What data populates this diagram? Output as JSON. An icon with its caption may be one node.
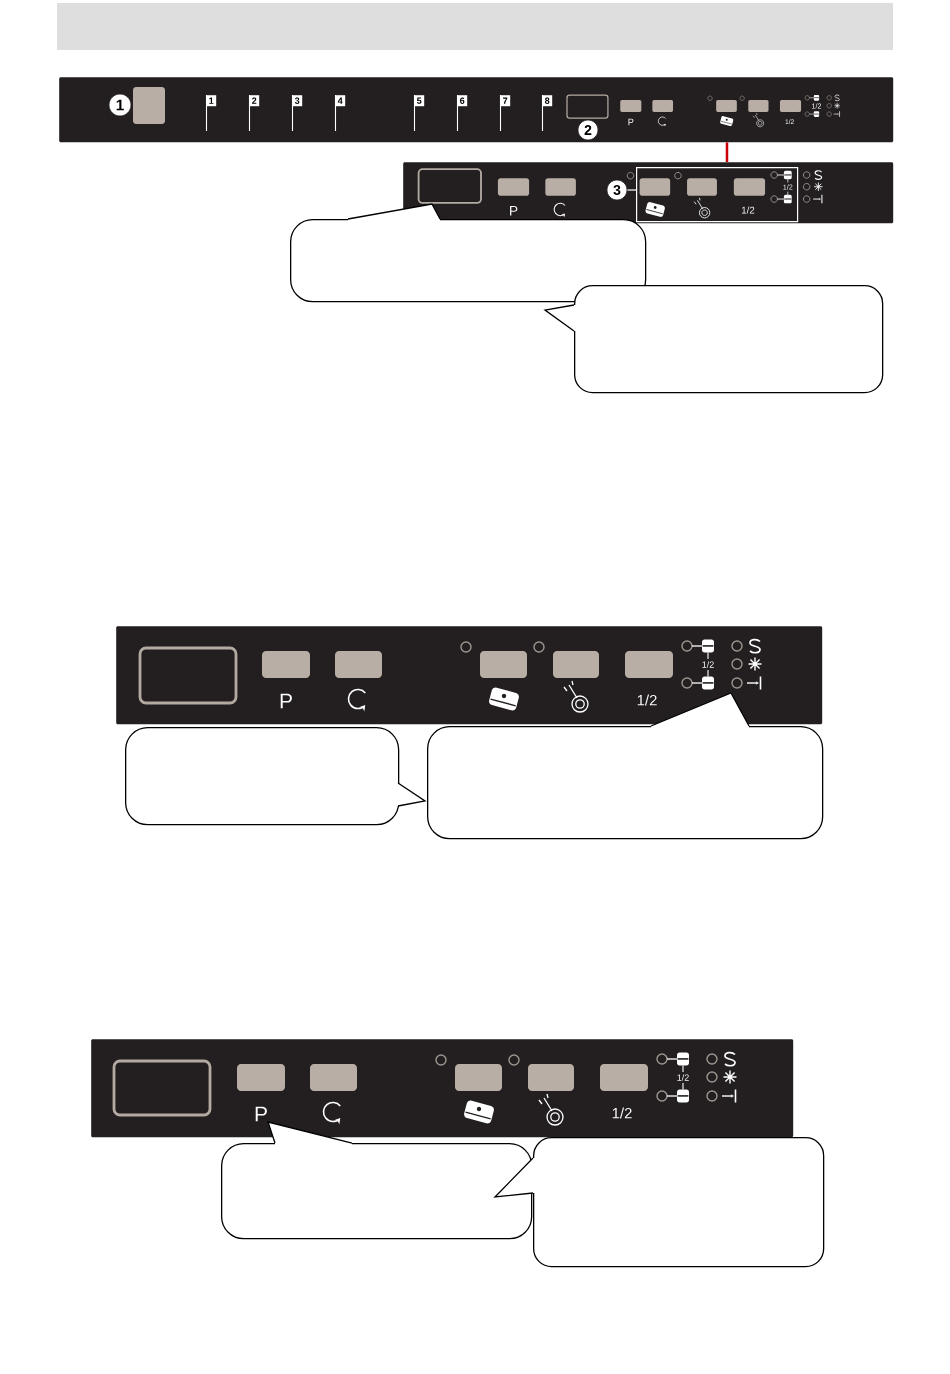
{
  "diagram": {
    "nodes": [
      {
        "text": [
          "P",
          "1/2",
          "1/2"
        ]
      },
      {
        "text": [
          "1"
        ],
        "in": 0
      },
      {
        "text": [
          "1"
        ],
        "in": 0
      },
      {
        "text": [
          "2"
        ],
        "in": 0
      },
      {
        "text": [
          "3"
        ],
        "in": 0
      },
      {
        "text": [
          "4"
        ],
        "in": 0
      },
      {
        "text": [
          "5"
        ],
        "in": 0
      },
      {
        "text": [
          "6"
        ],
        "in": 0
      },
      {
        "text": [
          "7"
        ],
        "in": 0
      },
      {
        "text": [
          "8"
        ],
        "in": 0
      },
      {
        "text": [
          "2"
        ],
        "in": 0
      },
      {
        "text": [
          "P"
        ]
      },
      {
        "text": [
          "1/2",
          "1/2"
        ],
        "in": 11
      },
      {
        "text": [
          "3"
        ],
        "in": 11
      },
      {
        "text": [],
        "shape": "bubble"
      },
      {
        "text": [],
        "shape": "bubble"
      },
      {
        "text": [
          "P",
          "1/2",
          "1/2"
        ]
      },
      {
        "text": [],
        "shape": "bubble"
      },
      {
        "text": [],
        "shape": "bubble"
      },
      {
        "text": [
          "P",
          "1/2",
          "1/2"
        ]
      },
      {
        "text": [],
        "shape": "bubble"
      },
      {
        "text": [],
        "shape": "bubble"
      }
    ],
    "edges": [
      {
        "from": 0,
        "to": 11,
        "arrow": "none",
        "color": "#cc0000"
      },
      {
        "from": 13,
        "to": 12,
        "arrow": "none",
        "color": "#ffffff"
      }
    ]
  }
}
